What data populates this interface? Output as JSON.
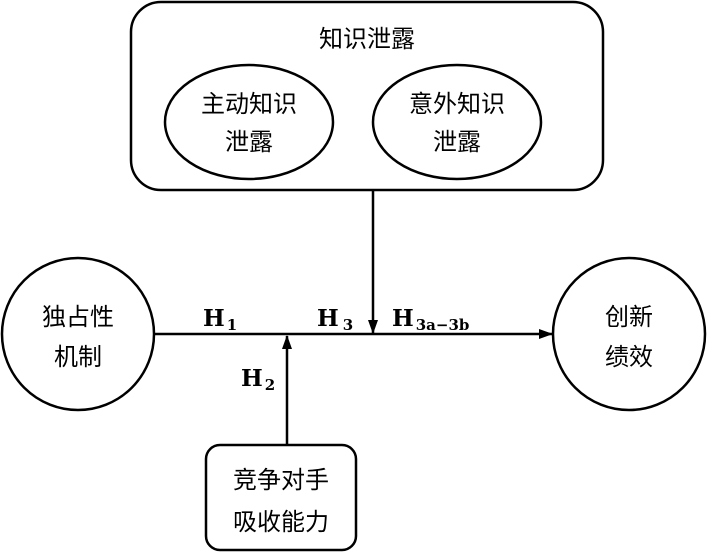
{
  "knowledge_leakage": {
    "title": "知识泄露",
    "active": {
      "line1": "主动知识",
      "line2": "泄露"
    },
    "accidental": {
      "line1": "意外知识",
      "line2": "泄露"
    }
  },
  "monopoly": {
    "line1": "独占性",
    "line2": "机制"
  },
  "innovation": {
    "line1": "创新",
    "line2": "绩效"
  },
  "absorptive": {
    "line1": "竞争对手",
    "line2": "吸收能力"
  },
  "hypotheses": {
    "h1": {
      "base": "H",
      "sub": "1"
    },
    "h2": {
      "base": "H",
      "sub": "2"
    },
    "h3": {
      "base": "H",
      "sub": "3"
    },
    "h3ab": {
      "base": "H",
      "sub": "3a−3b"
    }
  }
}
